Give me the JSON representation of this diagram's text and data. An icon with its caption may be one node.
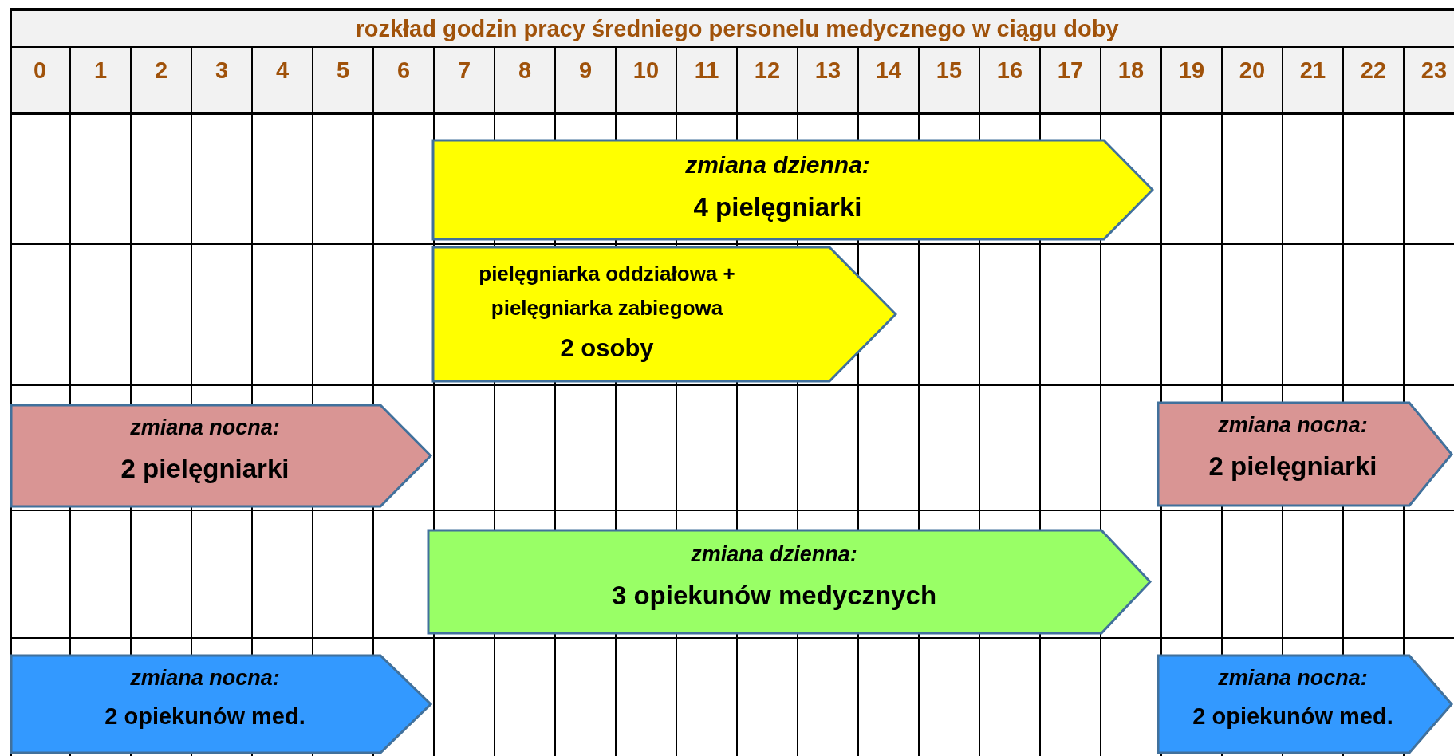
{
  "diagram": {
    "title": "rozkład godzin pracy średniego personelu medycznego w ciągu doby",
    "nodes": [
      {
        "text": [
          "zmiana dzienna:",
          "4 pielęgniarki"
        ]
      },
      {
        "text": [
          "pielęgniarka oddziałowa + pielęgniarka zabiegowa",
          "2 osoby"
        ]
      },
      {
        "text": [
          "zmiana nocna:",
          "2 pielęgniarki"
        ]
      },
      {
        "text": [
          "zmiana nocna:",
          "2 pielęgniarki"
        ]
      },
      {
        "text": [
          "zmiana dzienna:",
          "3 opiekunów medycznych"
        ]
      },
      {
        "text": [
          "zmiana nocna:",
          "2 opiekunów med."
        ]
      },
      {
        "text": [
          "zmiana nocna:",
          "2 opiekunów med."
        ]
      }
    ],
    "labels": [
      "0",
      "1",
      "2",
      "3",
      "4",
      "5",
      "6",
      "7",
      "8",
      "9",
      "10",
      "11",
      "12",
      "13",
      "14",
      "15",
      "16",
      "17",
      "18",
      "19",
      "20",
      "21",
      "22",
      "23"
    ]
  }
}
